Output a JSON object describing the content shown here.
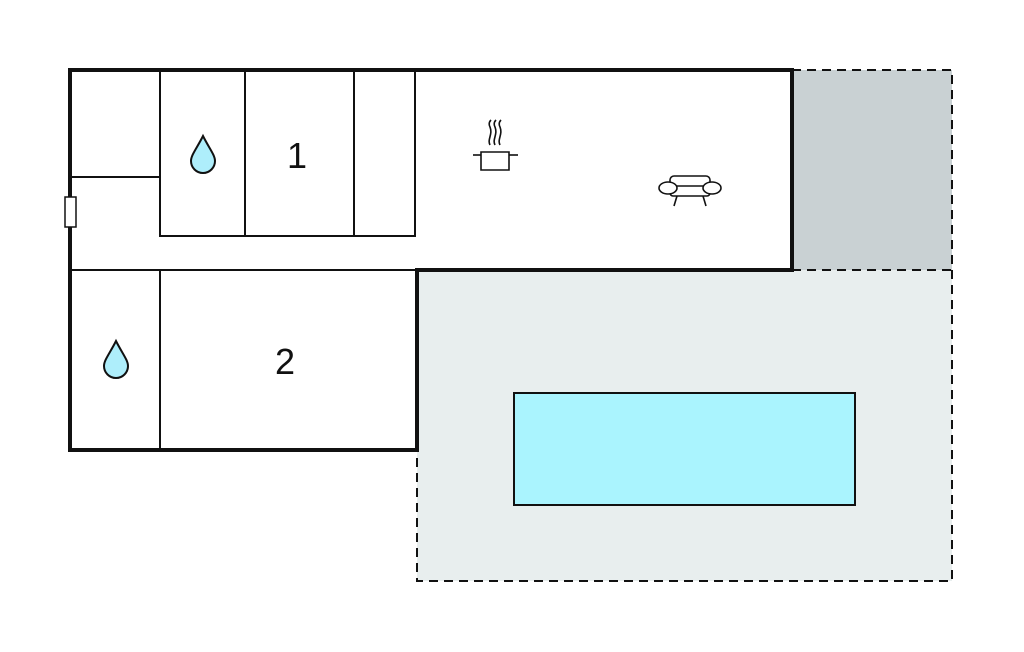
{
  "rooms": [
    {
      "id": "bedroom-1",
      "label": "1"
    },
    {
      "id": "bedroom-2",
      "label": "2"
    }
  ],
  "icons": {
    "bathroom": "water-drop-icon",
    "kitchen": "cooking-pot-icon",
    "living": "sofa-icon",
    "entrance": "door-icon"
  },
  "colors": {
    "background": "#ffffff",
    "walls": "#111111",
    "water_drop": "#aeeefb",
    "pool": "#aaf4fe",
    "terrace": "#e8eeee",
    "covered_terrace": "#c9d1d3"
  }
}
